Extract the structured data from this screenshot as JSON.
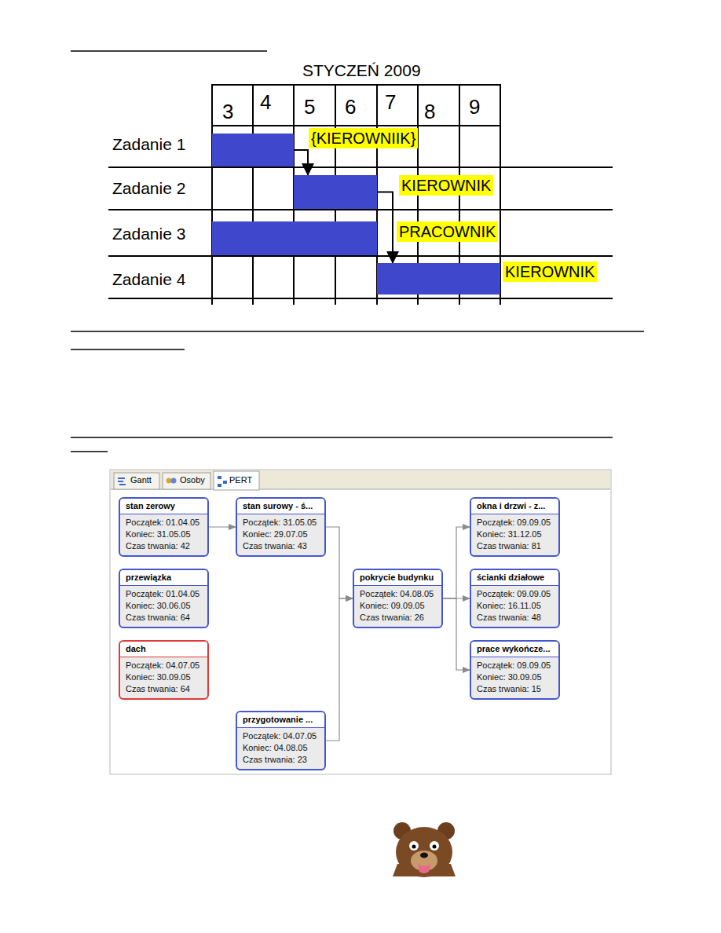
{
  "diagram": {
    "title": "STYCZEŃ 2009",
    "nodes": [
      {
        "text": [
          "{KIEROWNIIK}"
        ]
      },
      {
        "text": [
          "KIEROWNIK"
        ]
      },
      {
        "text": [
          "PRACOWNIK"
        ]
      },
      {
        "text": [
          "KIEROWNIK"
        ]
      },
      {
        "text": [
          "stan zerowy",
          "Początek: 01.04.05",
          "Koniec: 31.05.05",
          "Czas trwania: 42"
        ]
      },
      {
        "text": [
          "przewiązka",
          "Początek: 01.04.05",
          "Koniec: 30.06.05",
          "Czas trwania: 64"
        ]
      },
      {
        "text": [
          "dach",
          "Początek: 04.07.05",
          "Koniec: 30.09.05",
          "Czas trwania: 64"
        ]
      },
      {
        "text": [
          "stan surowy - ś...",
          "Początek: 31.05.05",
          "Koniec: 29.07.05",
          "Czas trwania: 43"
        ]
      },
      {
        "text": [
          "przygotowanie ...",
          "Początek: 04.07.05",
          "Koniec: 04.08.05",
          "Czas trwania: 23"
        ]
      },
      {
        "text": [
          "pokrycie budynku",
          "Początek: 04.08.05",
          "Koniec: 09.09.05",
          "Czas trwania: 26"
        ]
      },
      {
        "text": [
          "okna i drzwi - z...",
          "Początek: 09.09.05",
          "Koniec: 31.12.05",
          "Czas trwania: 81"
        ]
      },
      {
        "text": [
          "ścianki działowe",
          "Początek: 09.09.05",
          "Koniec: 16.11.05",
          "Czas trwania: 48"
        ]
      },
      {
        "text": [
          "prace wykończe...",
          "Początek: 09.09.05",
          "Koniec: 30.09.05",
          "Czas trwania: 15"
        ]
      }
    ],
    "edges": [
      {
        "from": 0,
        "to": 1,
        "arrow": "to"
      },
      {
        "from": 1,
        "to": 3,
        "arrow": "to"
      },
      {
        "from": 4,
        "to": 7,
        "arrow": "to"
      },
      {
        "from": 7,
        "to": 9,
        "arrow": "to"
      },
      {
        "from": 8,
        "to": 9,
        "arrow": "to"
      },
      {
        "from": 9,
        "to": 10,
        "arrow": "to"
      },
      {
        "from": 9,
        "to": 11,
        "arrow": "to"
      },
      {
        "from": 9,
        "to": 12,
        "arrow": "to"
      }
    ],
    "labels": [
      "3",
      "4",
      "5",
      "6",
      "7",
      "8",
      "9",
      "Zadanie 1",
      "Zadanie 2",
      "Zadanie 3",
      "Zadanie 4",
      "Gantt",
      "Osoby",
      "PERT"
    ]
  }
}
